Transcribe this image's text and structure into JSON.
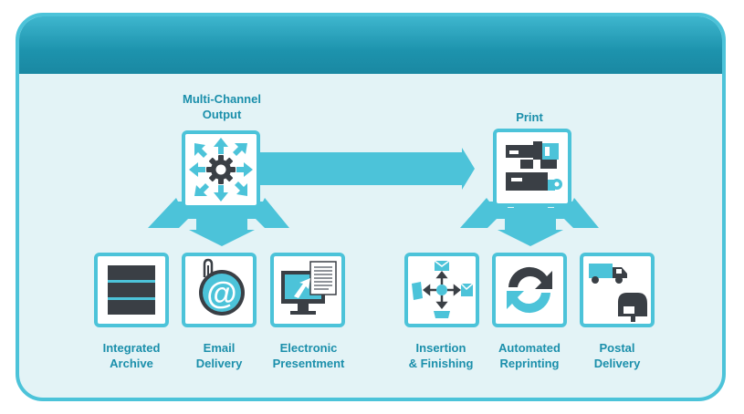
{
  "colors": {
    "accent": "#4cc3d9",
    "header": "#1d93ad",
    "panel_bg": "#e3f3f6",
    "text": "#1b8fab",
    "icon_dark": "#3a3f45"
  },
  "hub_left": {
    "label": "Multi-Channel\nOutput",
    "icon": "gear-arrows-icon"
  },
  "hub_right": {
    "label": "Print",
    "icon": "printer-press-icon"
  },
  "channels": [
    {
      "label": "Integrated\nArchive",
      "icon": "server-stack-icon"
    },
    {
      "label": "Email\nDelivery",
      "icon": "email-at-icon"
    },
    {
      "label": "Electronic\nPresentment",
      "icon": "monitor-document-icon"
    },
    {
      "label": "Insertion\n& Finishing",
      "icon": "insertion-arrows-icon"
    },
    {
      "label": "Automated\nReprinting",
      "icon": "refresh-cycle-icon"
    },
    {
      "label": "Postal\nDelivery",
      "icon": "postal-truck-mailbox-icon"
    }
  ]
}
